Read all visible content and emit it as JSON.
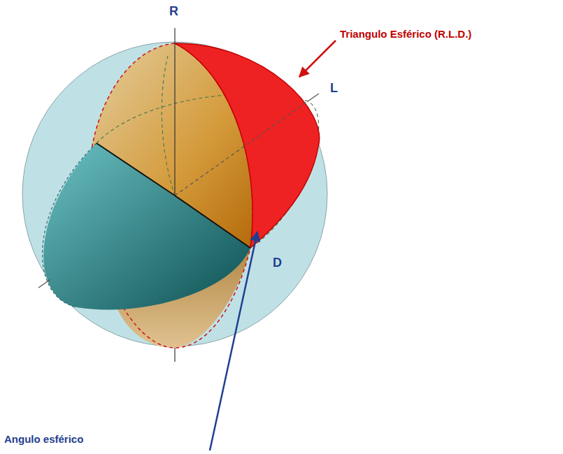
{
  "diagram": {
    "labels": [
      "R",
      "L",
      "D",
      "Triangulo Esférico (R.L.D.)",
      "Angulo esférico"
    ]
  }
}
